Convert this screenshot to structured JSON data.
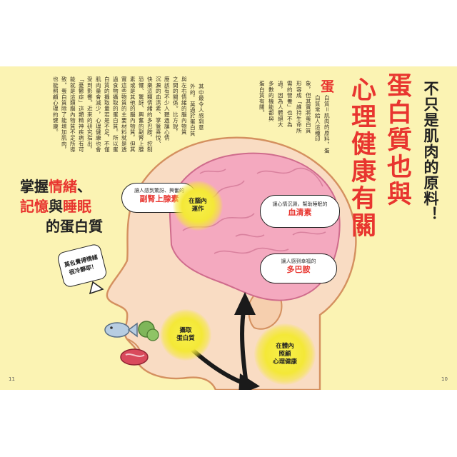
{
  "title": {
    "line1": "不只是肌肉的原料！",
    "line2": "蛋白質也與",
    "line3": "心理健康有關"
  },
  "intro": {
    "dropcap": "蛋",
    "col1": "白質＝肌肉的原料，蛋",
    "col2": "白質常給人這種印",
    "col3": "象，但其實將蛋白質",
    "col4": "形容成「維持生命所",
    "col5": "需的營養」也不為",
    "col6": "過，因為人體絕大",
    "col7": "多數的機能都與",
    "col8": "蛋白質有關。"
  },
  "body_columns": [
    "其中最令人感到意",
    "外的，莫過於蛋白質",
    "與左右情緒的腦內物質",
    "之間的關係。比方說，",
    "應該有不少人聽過讓心情",
    "沉澱的血清素、掌管喜悅、",
    "快樂這類情緒的多巴胺，控制",
    "恐懼、驚訝、興奮的副腎上腺",
    "素或是其他的腦內物質，但其",
    "實這些物質的主要材料就是透",
    "過食物攝取的蛋白質。所以蛋",
    "白質的攝取量若是不足，不僅",
    "肌肉量會減少，心理健康也會",
    "受到影響。近來的研究指出，",
    "「憂鬱症」這類精神疾病有可",
    "能就是這類腦內物質不足所導",
    "致。蛋白質除了能增加肌肉，",
    "也能照顧心理的健康。"
  ],
  "heading": {
    "p1": "掌握",
    "hl1": "情緒",
    "p2": "、",
    "hl2": "記憶",
    "p3": "與",
    "hl3": "睡眠",
    "line3": "的蛋白質"
  },
  "clouds": {
    "adrenal": {
      "small": "讓人感到驚訝、興奮的",
      "big": "副腎上腺素"
    },
    "serotonin": {
      "small": "讓心情沉澱，幫助睡眠的",
      "big": "血清素"
    },
    "dopamine": {
      "small": "讓人感到幸福的",
      "big": "多巴胺"
    }
  },
  "bursts": {
    "in_brain": "在腦內\n運作",
    "intake": "攝取\n蛋白質",
    "in_body": "在體內\n照顧\n心理健康"
  },
  "speech": "莫名覺得情緒\n很冷靜耶！",
  "page_numbers": {
    "left": "11",
    "right": "10"
  },
  "colors": {
    "background": "#fbf3b3",
    "accent": "#e8352f",
    "brain": "#f4a9bf",
    "head": "#f9dcc3"
  }
}
